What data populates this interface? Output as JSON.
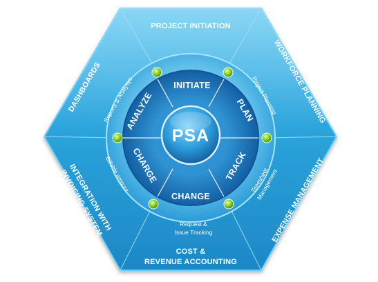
{
  "diagram": {
    "center": "PSA",
    "outer_segments": {
      "project_initiation": "PROJECT INITIATION",
      "workforce_planning": "WORKFORCE PLANNING",
      "expense_management": "EXPENSE MANAGEMENT",
      "cost_revenue_line1": "COST &",
      "cost_revenue_line2": "REVENUE ACCOUNTING",
      "integration_line1": "INTEGRATION WITH",
      "integration_line2": "INVOICING SYSTEM",
      "dashboards": "DASHBOARDS"
    },
    "middle_ring": {
      "reports_analysis": "Reports & Analysys",
      "project_planning": "Project Planning",
      "timesheet_line1": "Timesheet",
      "timesheet_line2": "Management",
      "request_line1": "Request &",
      "request_line2": "Issue Tracking",
      "billable_amount": "Billable amount"
    },
    "inner_ring": {
      "initiate": "INITIATE",
      "plan": "PLAN",
      "track": "TRACK",
      "change": "CHANGE",
      "charge": "CHARGE",
      "analyze": "ANALYZE"
    },
    "colors": {
      "hex_outer": "#2ba0d6",
      "hex_dark": "#1477b4",
      "ring": "#4fb6e2",
      "inner": "#1c7fc0",
      "node": "#7ed321"
    }
  }
}
